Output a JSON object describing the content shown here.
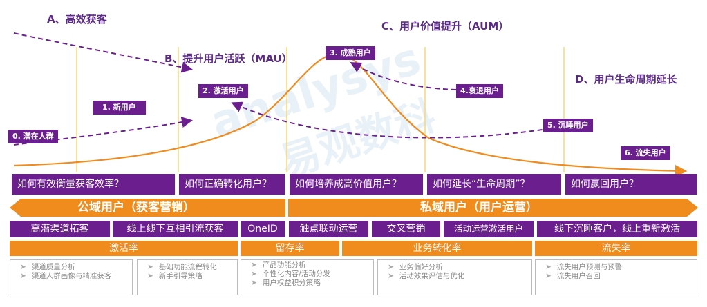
{
  "watermark": {
    "text_latin": "analysys",
    "text_cn": "易观数科"
  },
  "phases": {
    "a": "A、高效获客",
    "b": "B、提升用户活跃（MAU）",
    "c": "C、用户价值提升（AUM）",
    "d": "D、用户生命周期延长"
  },
  "stages": {
    "s0": "0. 潜在人群",
    "s1": "1. 新用户",
    "s2": "2. 激活用户",
    "s3": "3. 成熟用户",
    "s4": "4.衰退用户",
    "s5": "5. 沉睡用户",
    "s6": "6. 流失用户"
  },
  "questions": [
    "如何有效衡量获客效率？",
    "如何正确转化用户？",
    "如何培养成高价值用户？",
    "如何延长“生命周期”？",
    "如何赢回用户？"
  ],
  "banner": {
    "public": "公域用户（获客营销）",
    "private": "私域用户（用户运营）"
  },
  "tactics": [
    "高潜渠道拓客",
    "线上线下互相引流获客",
    "OneID",
    "触点联动运营",
    "交叉营销",
    "活动运营激活用户",
    "线下沉睡客户，线上重新激活"
  ],
  "metrics": [
    "激活率",
    "留存率",
    "业务转化率",
    "流失率"
  ],
  "details": [
    [
      "渠道质量分析",
      "渠道人群画像与精准获客"
    ],
    [
      "基础功能流程转化",
      "新手引导策略"
    ],
    [
      "产品功能分析",
      "个性化内容/活动分发",
      "用户权益积分策略"
    ],
    [
      "业务偏好分析",
      "活动效果评估与优化"
    ],
    [
      "流失用户预测与预警",
      "流失用户召回"
    ]
  ],
  "colors": {
    "purple": "#6b1f8e",
    "orange": "#f08c1e",
    "curve": "#f08c1e",
    "dashed": "#6b1f8e",
    "guide": "#f5d77a"
  }
}
